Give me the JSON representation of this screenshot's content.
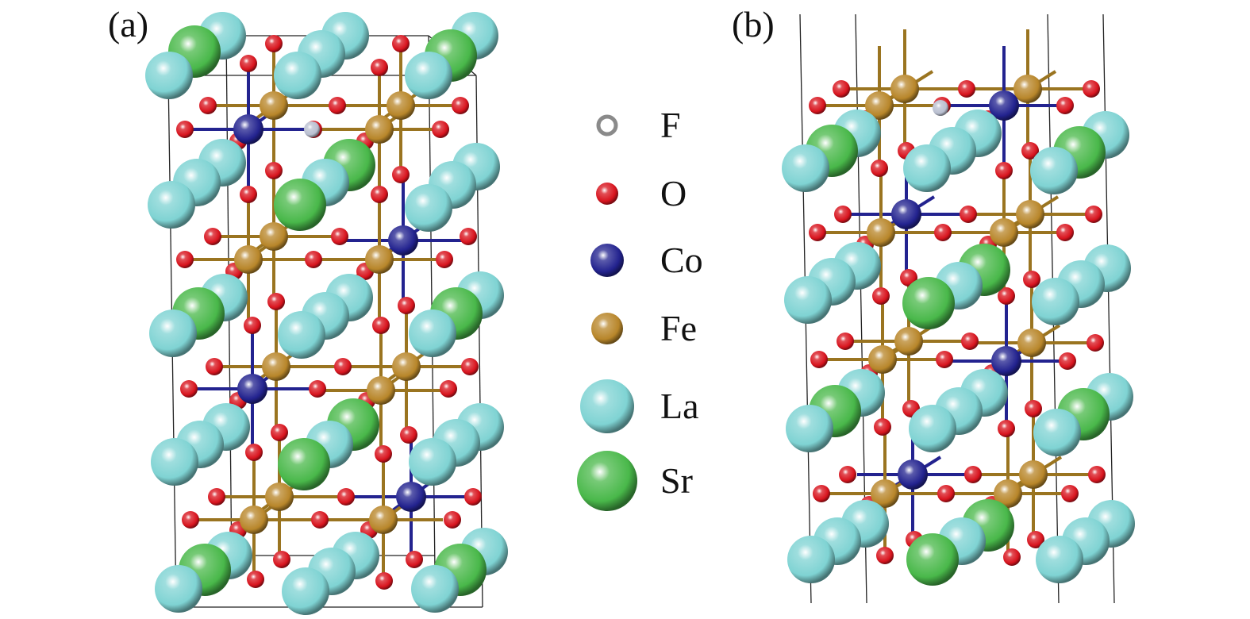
{
  "panels": [
    {
      "id": "a",
      "label": "(a)"
    },
    {
      "id": "b",
      "label": "(b)"
    }
  ],
  "legend": [
    {
      "symbol": "F",
      "color": "#b9bfd0",
      "style": "ring"
    },
    {
      "symbol": "O",
      "color": "#d8141e",
      "style": "ball"
    },
    {
      "symbol": "Co",
      "color": "#23238f",
      "style": "ball"
    },
    {
      "symbol": "Fe",
      "color": "#b8862a",
      "style": "ball"
    },
    {
      "symbol": "La",
      "color": "#7fd3d3",
      "style": "ball"
    },
    {
      "symbol": "Sr",
      "color": "#49b84a",
      "style": "ball"
    }
  ],
  "colors": {
    "bond_fe": "#9a7420",
    "bond_co": "#23238f",
    "cell_line": "#222222"
  }
}
